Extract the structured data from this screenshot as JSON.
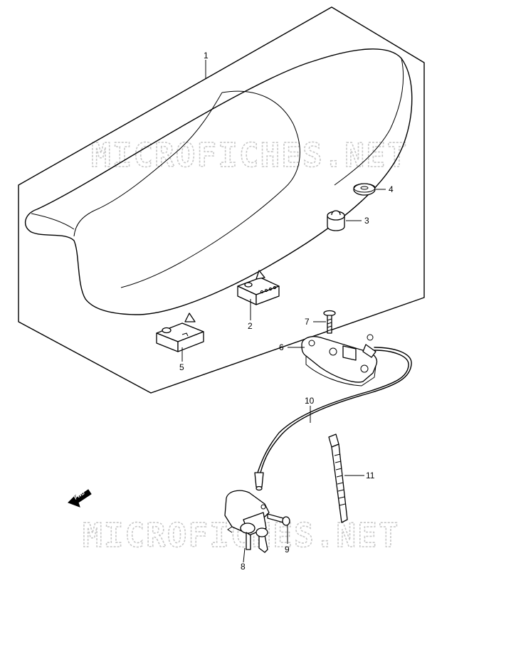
{
  "watermark": "MICROFICHES.NET",
  "direction_label": "FWD",
  "callouts": [
    "1",
    "2",
    "3",
    "4",
    "5",
    "6",
    "7",
    "8",
    "9",
    "10",
    "11"
  ]
}
